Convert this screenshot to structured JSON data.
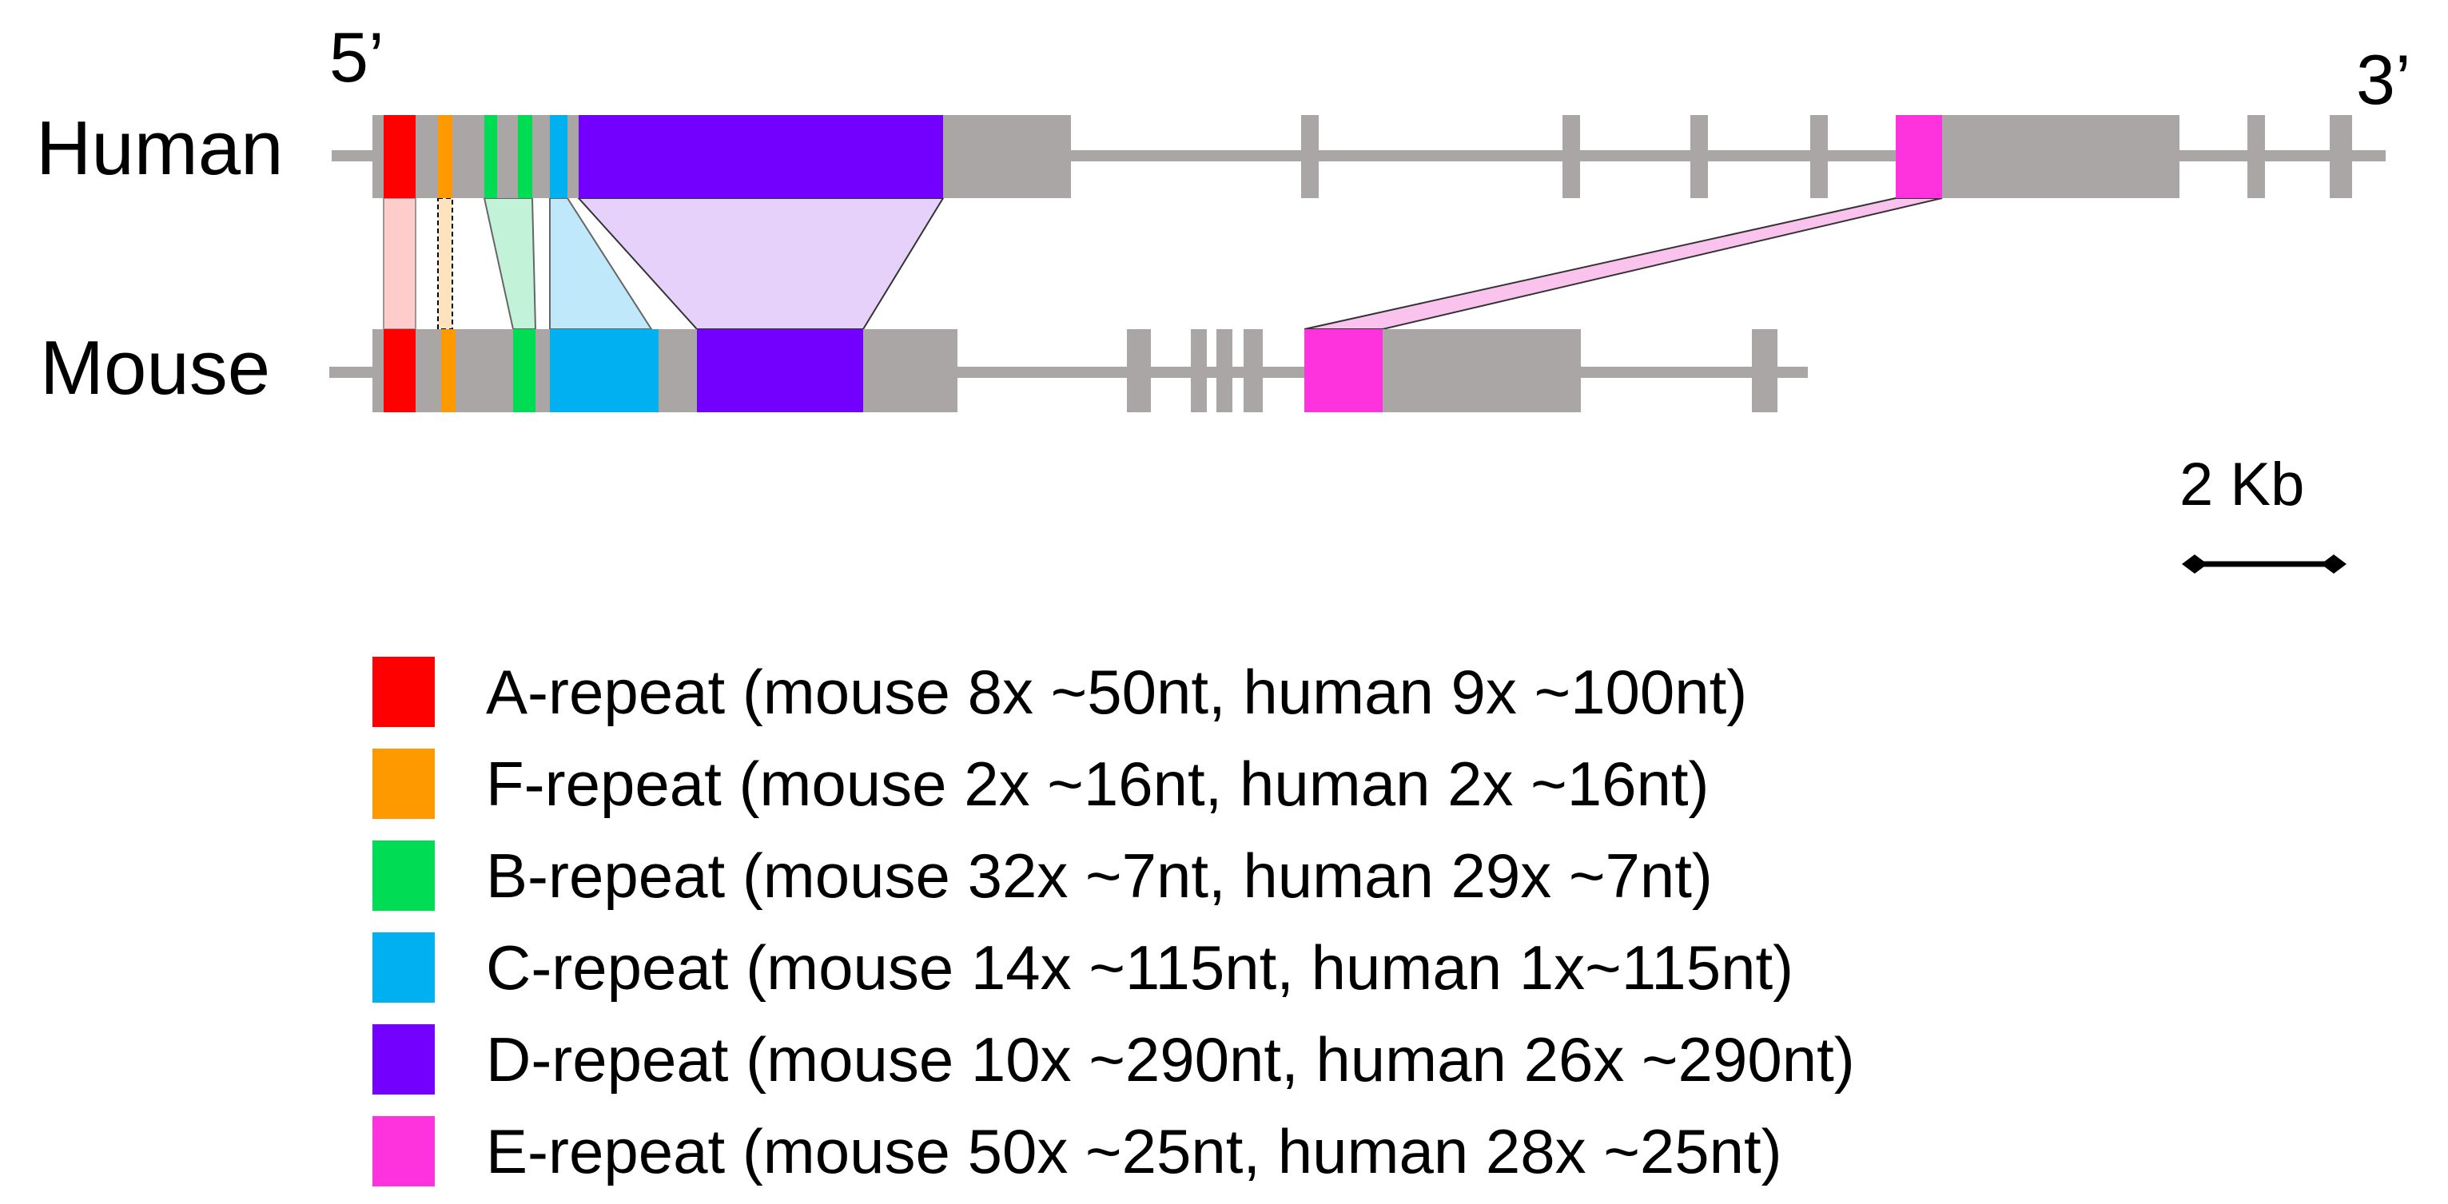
{
  "labels": {
    "five_prime": "5’",
    "three_prime": "3’",
    "human": "Human",
    "mouse": "Mouse"
  },
  "scale_bar": {
    "label": "2 Kb"
  },
  "colors": {
    "gene_body": "#aaa6a6",
    "A": "#ff0000",
    "F": "#ff9900",
    "B": "#00dd55",
    "C": "#00b0f0",
    "D": "#7300ff",
    "E": "#ff33dd"
  },
  "legend": [
    {
      "key": "A",
      "text": "A-repeat (mouse 8x ~50nt, human 9x ~100nt)"
    },
    {
      "key": "F",
      "text": "F-repeat (mouse 2x ~16nt, human 2x ~16nt)"
    },
    {
      "key": "B",
      "text": "B-repeat (mouse 32x ~7nt, human 29x ~7nt)"
    },
    {
      "key": "C",
      "text": "C-repeat (mouse 14x ~115nt, human 1x~115nt)"
    },
    {
      "key": "D",
      "text": "D-repeat (mouse 10x ~290nt, human 26x ~290nt)"
    },
    {
      "key": "E",
      "text": "E-repeat (mouse 50x ~25nt, human 28x ~25nt)"
    }
  ]
}
